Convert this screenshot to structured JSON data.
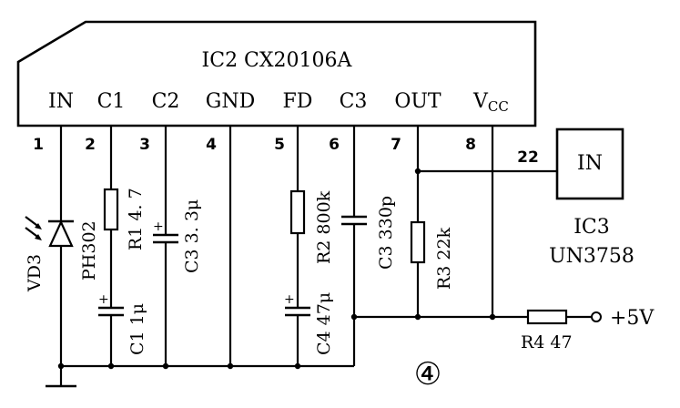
{
  "ic2": {
    "title": "IC2  CX20106A",
    "pins": [
      {
        "number": "1",
        "name": "IN"
      },
      {
        "number": "2",
        "name": "C1"
      },
      {
        "number": "3",
        "name": "C2"
      },
      {
        "number": "4",
        "name": "GND"
      },
      {
        "number": "5",
        "name": "FD"
      },
      {
        "number": "6",
        "name": "C3"
      },
      {
        "number": "7",
        "name": "OUT"
      },
      {
        "number": "8",
        "name": "V",
        "subscript": "CC"
      }
    ]
  },
  "components": {
    "vd3": {
      "name": "VD3",
      "part": "PH302"
    },
    "r1": "R1  4. 7",
    "c1": "C1  1μ",
    "c3a": "C3  3. 3μ",
    "r2": "R2  800k",
    "c4": "C4  47μ",
    "c3b": "C3  330p",
    "r3": "R3  22k",
    "r4": "R4  47"
  },
  "ic3": {
    "pin_label": "IN",
    "pin_number": "22",
    "name": "IC3",
    "part": "UN3758"
  },
  "supply": "+5V",
  "figure_number": "④"
}
